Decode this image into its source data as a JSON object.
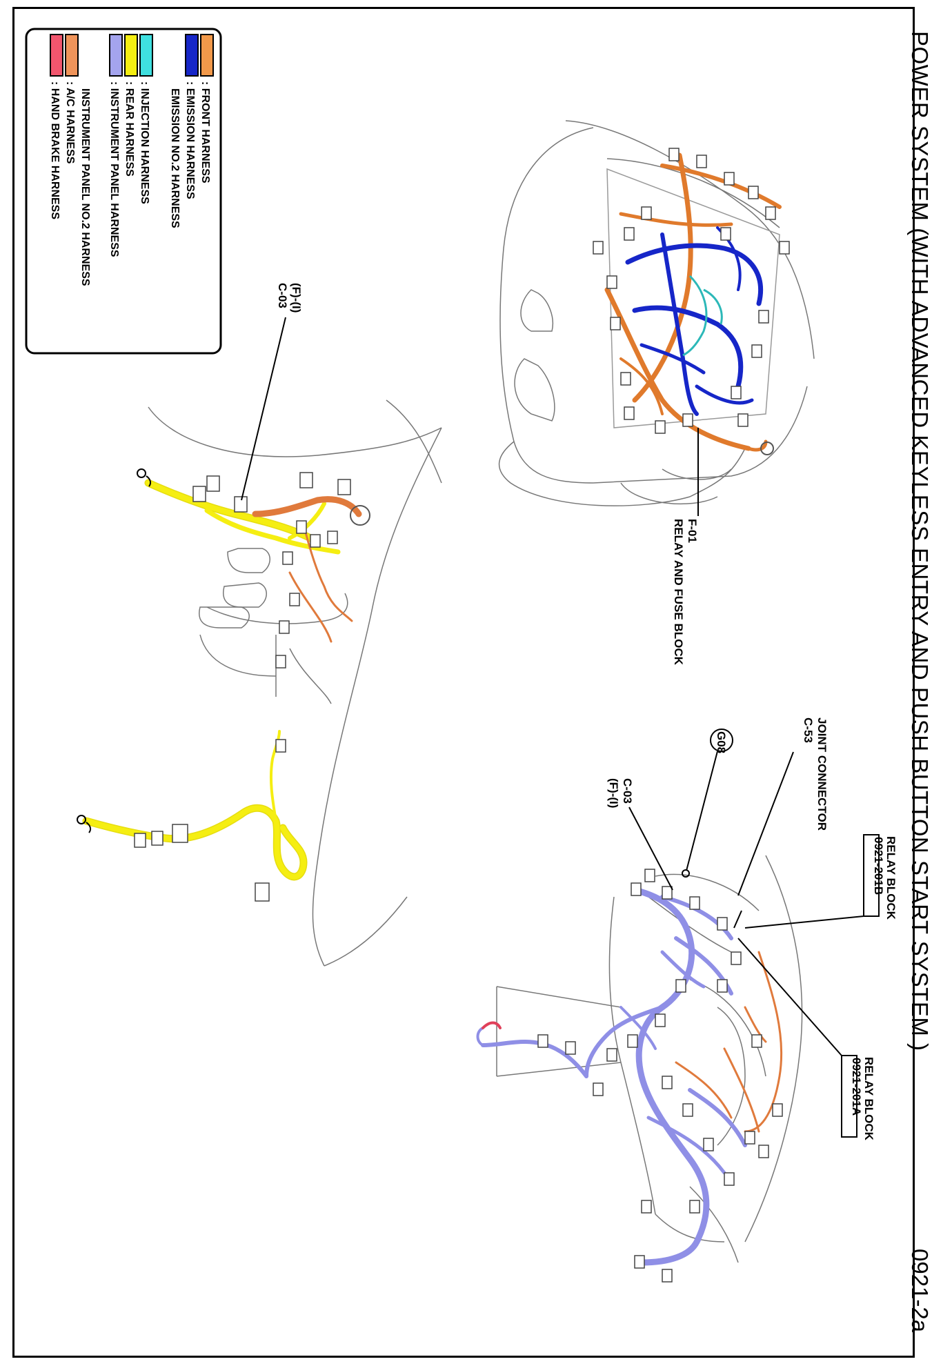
{
  "title": "POWER SYSTEM (WITH ADVANCED KEYLESS ENTRY AND PUSH BUTTON START SYSTEM )",
  "page_code": "0921-2a",
  "legend": [
    {
      "label": ": FRONT HARNESS",
      "color": "#f2994a"
    },
    {
      "label": ": EMISSION HARNESS",
      "label2": "EMISSION NO.2 HARNESS",
      "color": "#1626c8"
    },
    {
      "label": ": INJECTION HARNESS",
      "color": "#3fe0e0"
    },
    {
      "label": ": REAR HARNESS",
      "color": "#f5ee12"
    },
    {
      "label": ": INSTRUMENT PANEL HARNESS",
      "label2": "INSTRUMENT PANEL NO.2 HARNESS",
      "color": "#a4a4ee"
    },
    {
      "label": ": A/C HARNESS",
      "color": "#f0945a"
    },
    {
      "label": ": HAND BRAKE HARNESS",
      "color": "#f2566e"
    }
  ],
  "callouts": {
    "f01_id": "F-01",
    "f01_name": "RELAY AND FUSE BLOCK",
    "c03_left_id": "C-03",
    "c03_left_ref": "(F)-(I)",
    "c03_right_id": "C-03",
    "c03_right_ref": "(F)-(I)",
    "c53_id": "C-53",
    "c53_name": "JOINT CONNECTOR",
    "g08": "G08",
    "relay_b_name": "RELAY BLOCK",
    "relay_b_code": "0921-201B",
    "relay_a_name": "RELAY BLOCK",
    "relay_a_code": "0921-201A"
  },
  "colors": {
    "front": "#e07a2c",
    "emission": "#1626c8",
    "injection": "#2cb8b8",
    "rear": "#f5ee12",
    "instrument": "#8f8fe6",
    "ac": "#e07a3c",
    "handbrake": "#e0405a"
  }
}
